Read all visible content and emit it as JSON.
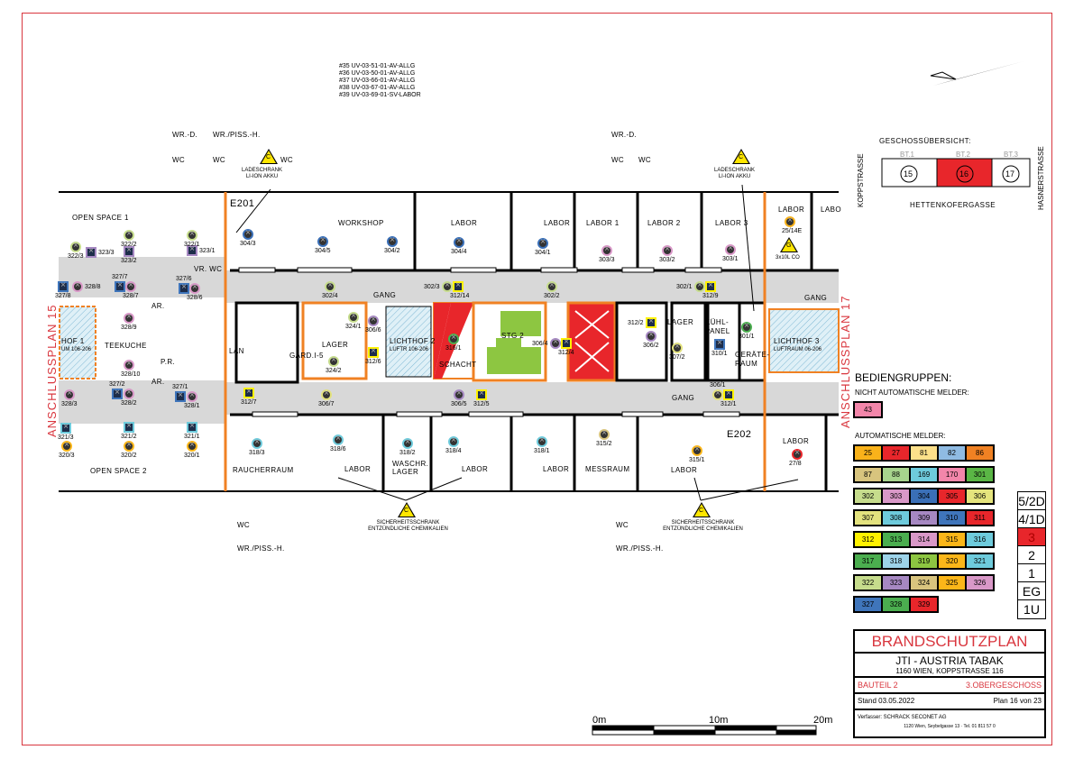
{
  "document": {
    "title": "BRANDSCHUTZPLAN",
    "company": "JTI - AUSTRIA TABAK",
    "address": "1160 WIEN, KOPPSTRASSE 116",
    "building": "BAUTEIL 2",
    "floor": "3.OBERGESCHOSS",
    "date": "Stand 03.05.2022",
    "plan": "Plan 16 von 23",
    "author": "Verfasser: SCHRACK SECONET AG",
    "author_address": "1120 Wien, Seybelgasse 13 · Tel. 01 811 57 0"
  },
  "notes": {
    "lines": [
      "#35  UV-03-51-01-AV-ALLG",
      "#36  UV-03-50-01-AV-ALLG",
      "#37  UV-03-66-01-AV-ALLG",
      "#38  UV-03-67-01-AV-ALLG",
      "#39  UV-03-69-01-SV-LABOR"
    ]
  },
  "overview": {
    "label": "GESCHOSSÜBERSICHT:",
    "sections": [
      {
        "name": "BT.1",
        "number": "15"
      },
      {
        "name": "BT.2",
        "number": "16"
      },
      {
        "name": "BT.3",
        "number": "17"
      }
    ],
    "street_bottom": "HETTENKOFERGASSE",
    "street_left": "KOPPSTRASSE",
    "street_right": "HASNERSTRASSE",
    "active_color": "#e8262b"
  },
  "anschluss": {
    "left": "ANSCHLUSSPLAN 15",
    "right": "ANSCHLUSSPLAN 17"
  },
  "outside_rooms": [
    {
      "name": "WR.-D."
    },
    {
      "name": "WR./PISS.-H."
    },
    {
      "name": "WC"
    },
    {
      "name": "WC"
    },
    {
      "name": "WC"
    },
    {
      "name": "WR.-D."
    },
    {
      "name": "WC"
    },
    {
      "name": "WC"
    },
    {
      "name": "WC"
    },
    {
      "name": "WR./PISS.-H."
    },
    {
      "name": "WC"
    },
    {
      "name": "WR./PISS.-H."
    }
  ],
  "hazards": [
    {
      "symbol": "C",
      "text1": "LADESCHRANK",
      "text2": "LI-ION AKKU"
    },
    {
      "symbol": "C",
      "text1": "LADESCHRANK",
      "text2": "LI-ION AKKU"
    },
    {
      "symbol": "C",
      "text1": "SICHERHEITSSCHRANK",
      "text2": "ENTZÜNDLICHE CHEMIKALIEN"
    },
    {
      "symbol": "C",
      "text1": "SICHERHEITSSCHRANK",
      "text2": "ENTZÜNDLICHE CHEMIKALIEN"
    },
    {
      "symbol": "G",
      "text1": "3x10L CO",
      "text2": ""
    }
  ],
  "rooms": [
    "OPEN SPACE 1",
    "TEEKUCHE",
    "OPEN SPACE 2",
    "RAUCHERRAUM",
    "WORKSHOP",
    "LABOR",
    "LABOR",
    "LABOR 1",
    "LABOR 2",
    "LABOR 3",
    "LABOR",
    "LABO",
    "GANG",
    "GANG",
    "GANG",
    "LAGER",
    "LAGER",
    "KÜHL-",
    "PANEL",
    "GERÄTE-",
    "RAUM",
    "SCHACHT",
    "STG 2",
    "LICHTHOF 2",
    "LUFTR 106-206",
    "LICHTHOF 3",
    "LUFTRAUM 06-206",
    "HOF 1",
    "UM 106-206",
    "LABOR",
    "WASCHR.",
    "LAGER",
    "LABOR",
    "LABOR",
    "MESSRAUM",
    "LABOR",
    "LABOR",
    "GARD.I-5",
    "LAN",
    "VR. WC",
    "AR.",
    "P.R.",
    "AR.",
    "E201",
    "E202"
  ],
  "detectors": [
    {
      "label": "322/2"
    },
    {
      "label": "322/1"
    },
    {
      "label": "322/3"
    },
    {
      "label": "323/3"
    },
    {
      "label": "323/2"
    },
    {
      "label": "323/1"
    },
    {
      "label": "328/8"
    },
    {
      "label": "327/8"
    },
    {
      "label": "328/7"
    },
    {
      "label": "327/7"
    },
    {
      "label": "328/6"
    },
    {
      "label": "327/6"
    },
    {
      "label": "328/9"
    },
    {
      "label": "328/10"
    },
    {
      "label": "328/3"
    },
    {
      "label": "328/2"
    },
    {
      "label": "327/2"
    },
    {
      "label": "328/1"
    },
    {
      "label": "327/1"
    },
    {
      "label": "321/3"
    },
    {
      "label": "321/2"
    },
    {
      "label": "321/1"
    },
    {
      "label": "320/3"
    },
    {
      "label": "320/2"
    },
    {
      "label": "320/1"
    },
    {
      "label": "304/3"
    },
    {
      "label": "304/5"
    },
    {
      "label": "304/2"
    },
    {
      "label": "304/4"
    },
    {
      "label": "304/1"
    },
    {
      "label": "303/3"
    },
    {
      "label": "303/2"
    },
    {
      "label": "303/1"
    },
    {
      "label": "318/3"
    },
    {
      "label": "318/6"
    },
    {
      "label": "318/2"
    },
    {
      "label": "318/4"
    },
    {
      "label": "318/1"
    },
    {
      "label": "315/2"
    },
    {
      "label": "315/1"
    },
    {
      "label": "27/8"
    },
    {
      "label": "324/1"
    },
    {
      "label": "324/2"
    },
    {
      "label": "306/6"
    },
    {
      "label": "312/6"
    },
    {
      "label": "316/1"
    },
    {
      "label": "306/4"
    },
    {
      "label": "312/4"
    },
    {
      "label": "306/5"
    },
    {
      "label": "312/5"
    },
    {
      "label": "302/4"
    },
    {
      "label": "302/3"
    },
    {
      "label": "312/14"
    },
    {
      "label": "302/2"
    },
    {
      "label": "302/1"
    },
    {
      "label": "312/9"
    },
    {
      "label": "312/2"
    },
    {
      "label": "306/2"
    },
    {
      "label": "307/2"
    },
    {
      "label": "310/1"
    },
    {
      "label": "301/1"
    },
    {
      "label": "306/1"
    },
    {
      "label": "312/1"
    },
    {
      "label": "25/14E"
    },
    {
      "label": "312/7"
    },
    {
      "label": "306/7"
    }
  ],
  "scale": {
    "labels": [
      "0m",
      "10m",
      "20m"
    ]
  },
  "legend": {
    "title": "BEDIENGRUPPEN:",
    "manual_label": "NICHT AUTOMATISCHE MELDER:",
    "manual": [
      {
        "id": "43",
        "color": "#f386aa"
      }
    ],
    "auto_label": "AUTOMATISCHE MELDER:",
    "auto_rows": [
      [
        {
          "id": "25",
          "color": "#f9b21a"
        },
        {
          "id": "27",
          "color": "#e8262b"
        },
        {
          "id": "81",
          "color": "#fde08a"
        },
        {
          "id": "82",
          "color": "#8fbbe3"
        },
        {
          "id": "86",
          "color": "#f08123"
        }
      ],
      [
        {
          "id": "87",
          "color": "#d8c47e"
        },
        {
          "id": "88",
          "color": "#a7d48d"
        },
        {
          "id": "169",
          "color": "#6ecbdc"
        },
        {
          "id": "170",
          "color": "#f386aa"
        },
        {
          "id": "301",
          "color": "#5ab645"
        }
      ],
      [
        {
          "id": "302",
          "color": "#c6dc8c"
        },
        {
          "id": "303",
          "color": "#d998c8"
        },
        {
          "id": "304",
          "color": "#3a6fb7"
        },
        {
          "id": "305",
          "color": "#e8262b"
        },
        {
          "id": "306",
          "color": "#e5e47d"
        }
      ],
      [
        {
          "id": "307",
          "color": "#e3e27e"
        },
        {
          "id": "308",
          "color": "#6ecbdc"
        },
        {
          "id": "309",
          "color": "#a688c2"
        },
        {
          "id": "310",
          "color": "#3f75bb"
        },
        {
          "id": "311",
          "color": "#e8262b"
        }
      ],
      [
        {
          "id": "312",
          "color": "#fff200"
        },
        {
          "id": "313",
          "color": "#4bae4f"
        },
        {
          "id": "314",
          "color": "#d998c8"
        },
        {
          "id": "315",
          "color": "#fbb619"
        },
        {
          "id": "316",
          "color": "#6ecbdc"
        }
      ],
      [
        {
          "id": "317",
          "color": "#4bae4f"
        },
        {
          "id": "318",
          "color": "#9dd3e9"
        },
        {
          "id": "319",
          "color": "#8dc641"
        },
        {
          "id": "320",
          "color": "#fbb619"
        },
        {
          "id": "321",
          "color": "#6ecbdc"
        }
      ],
      [
        {
          "id": "322",
          "color": "#c6dc8c"
        },
        {
          "id": "323",
          "color": "#a688c2"
        },
        {
          "id": "324",
          "color": "#d8c47e"
        },
        {
          "id": "325",
          "color": "#fbb619"
        },
        {
          "id": "326",
          "color": "#d998c8"
        }
      ],
      [
        {
          "id": "327",
          "color": "#3f75bb"
        },
        {
          "id": "328",
          "color": "#4bae4f"
        },
        {
          "id": "329",
          "color": "#e8262b"
        }
      ]
    ],
    "floors": [
      {
        "name": "5/2D"
      },
      {
        "name": "4/1D"
      },
      {
        "name": "3",
        "active": true
      },
      {
        "name": "2"
      },
      {
        "name": "1"
      },
      {
        "name": "EG"
      },
      {
        "name": "1U"
      }
    ]
  }
}
